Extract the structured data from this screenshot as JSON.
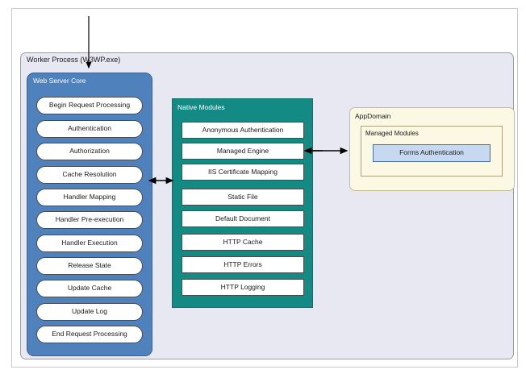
{
  "diagram": {
    "containers": {
      "worker_process": "Worker Process (W3WP.exe)",
      "web_server_core": "Web Server Core",
      "native_modules": "Native Modules",
      "app_domain": "AppDomain",
      "managed_modules": "Managed Modules"
    },
    "web_server_core_steps": [
      "Begin Request Processing",
      "Authentication",
      "Authorization",
      "Cache Resolution",
      "Handler Mapping",
      "Handler Pre-execution",
      "Handler Execution",
      "Release State",
      "Update Cache",
      "Update Log",
      "End Request Processing"
    ],
    "native_modules_items": [
      "Anonymous Authentication",
      "Managed Engine",
      "IIS Certificate Mapping",
      "Static File",
      "Default Document",
      "HTTP Cache",
      "HTTP Errors",
      "HTTP Logging"
    ],
    "managed_modules_items": [
      "Forms Authentication"
    ],
    "colors": {
      "worker_process_bg": "#e8e8f2",
      "web_server_core_bg": "#4f81bd",
      "native_modules_bg": "#138b84",
      "app_domain_bg": "#fbf8e3",
      "managed_auth_bg": "#c6d9f0",
      "arrow": "#000000"
    }
  }
}
